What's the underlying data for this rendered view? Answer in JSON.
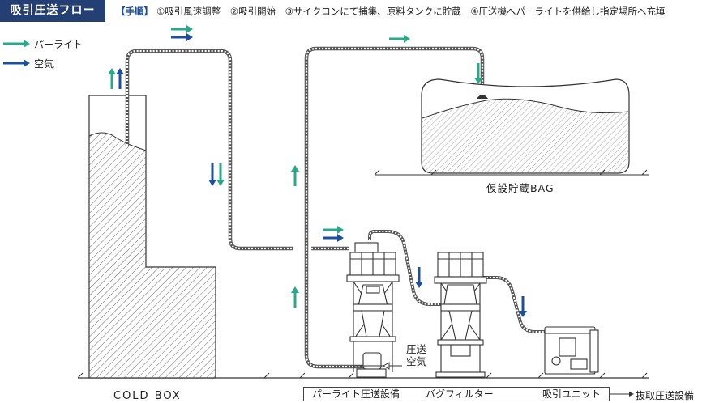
{
  "header": {
    "title": "吸引圧送フロー",
    "steps_heading": "【手順】",
    "steps_text": "①吸引風速調整　②吸引開始　③サイクロンにて捕集、原料タンクに貯蔵　④圧送機へパーライトを供給し指定場所へ充填"
  },
  "legend": [
    {
      "label": "パーライト",
      "color": "#2aa88a"
    },
    {
      "label": "空気",
      "color": "#1e4f9c"
    }
  ],
  "labels": {
    "bag": "仮設貯蔵BAG",
    "coldbox": "COLD BOX",
    "pressure_air": "圧送\n空気",
    "pressure_air_line1": "圧送",
    "pressure_air_line2": "空気",
    "equipment": {
      "pressure_unit": "パーライト圧送設備",
      "bag_filter": "バグフィルター",
      "suction_unit": "吸引ユニット"
    },
    "extraction": "抜取圧送設備"
  },
  "colors": {
    "perlite": "#2aa88a",
    "air": "#1e4f9c",
    "header_bg": "#243f73"
  }
}
